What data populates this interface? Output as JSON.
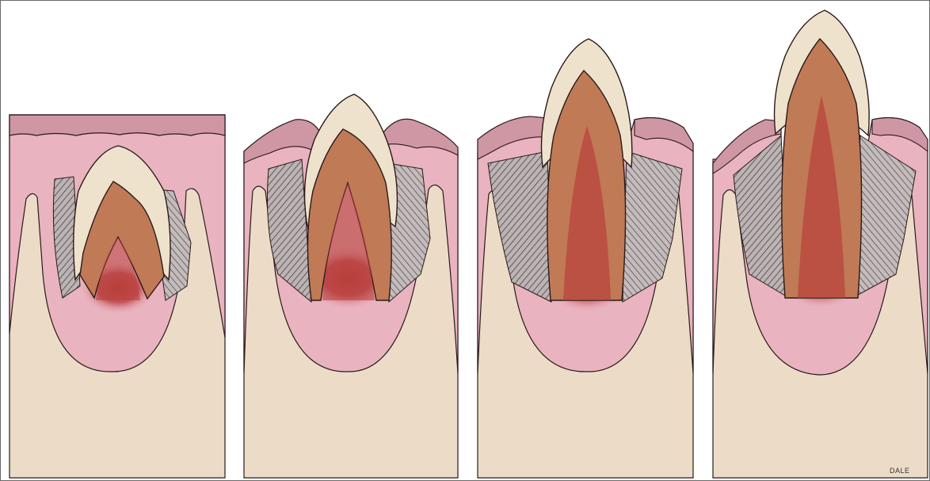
{
  "figure": {
    "panels": [
      {
        "stage": 1
      },
      {
        "stage": 2
      },
      {
        "stage": 3
      },
      {
        "stage": 4
      }
    ],
    "signature": "DALE"
  },
  "colors": {
    "background": "#ffffff",
    "bone": "#ecdcc7",
    "gum_soft_tissue": "#e9b3bf",
    "oral_epithelium": "#cf97a3",
    "enamel": "#efe2cc",
    "dentin": "#c07a55",
    "pulp": "#b8403a",
    "outline": "#2a1a1a",
    "ligament_fibers": "#bcb4b4"
  }
}
